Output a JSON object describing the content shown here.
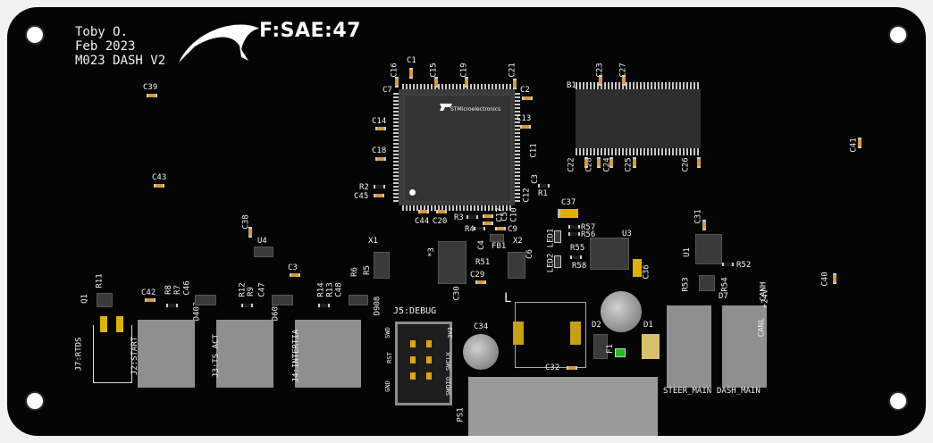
{
  "board": {
    "author": "Toby O.",
    "date": "Feb 2023",
    "project": "M023 DASH V2",
    "logo_text": "F:SAE:47",
    "mcu_brand": "STMicroelectronics",
    "debug_header": "J5:DEBUG",
    "debug_pins_left": [
      "SWD",
      "RST",
      "GND"
    ],
    "debug_pins_right": [
      "3V3",
      "SWCLK",
      "SWDIO"
    ],
    "connectors": [
      "J7:RTDS",
      "J2:START",
      "J3:TS ACT",
      "J4:INTERTIA",
      "STEER_MAIN",
      "DASH_MAIN",
      "CANL",
      "+24V",
      "CANH"
    ],
    "designators": {
      "C1": "C1",
      "C16": "C16",
      "C15": "C15",
      "C19": "C19",
      "C21": "C21",
      "C7": "C7",
      "C2": "C2",
      "C14": "C14",
      "C13": "C13",
      "C18": "C18",
      "C11": "C11",
      "R2": "R2",
      "C45": "C45",
      "C3_top": "C3",
      "C12": "C12",
      "R1": "R1",
      "C44": "C44",
      "C20": "C20",
      "R3": "R3",
      "C17": "C17",
      "C5": "C5",
      "C10": "C10",
      "R4": "R4",
      "C9": "C9",
      "C4": "C4",
      "FB1": "FB1",
      "C37": "C37",
      "R57": "R57",
      "R56": "R56",
      "LED1": "LED1",
      "LED2": "LED2",
      "R55": "R55",
      "R58": "R58",
      "U3": "U3",
      "C36": "C36",
      "B1": "B1",
      "C23": "C23",
      "C27": "C27",
      "C22": "C22",
      "C28": "C28",
      "C24": "C24",
      "C25": "C25",
      "C26": "C26",
      "C39": "C39",
      "C43": "C43",
      "C38": "C38",
      "U4": "U4",
      "C3": "C3",
      "C42": "C42",
      "Q1": "Q1",
      "R11": "R11",
      "R8": "R8",
      "R7": "R7",
      "C46": "C46",
      "D403": "D403",
      "R12": "R12",
      "R9": "R9",
      "C47": "C47",
      "D605": "D605",
      "R14": "R14",
      "R13": "R13",
      "C48": "C48",
      "R6": "R6",
      "R5": "R5",
      "D908": "D908",
      "X1": "X1",
      "X2": "X2",
      "C6": "C6",
      "R51": "R51",
      "C29": "C29",
      "C30": "C30",
      "star3": "*3",
      "C34": "C34",
      "L": "L",
      "C32": "C32",
      "PS1": "PS1",
      "D2": "D2",
      "F1": "F1",
      "D1": "D1",
      "C31": "C31",
      "U1": "U1",
      "R52": "R52",
      "R53": "R53",
      "R54": "R54",
      "D7": "D7",
      "C41": "C41",
      "C40": "C40"
    }
  }
}
